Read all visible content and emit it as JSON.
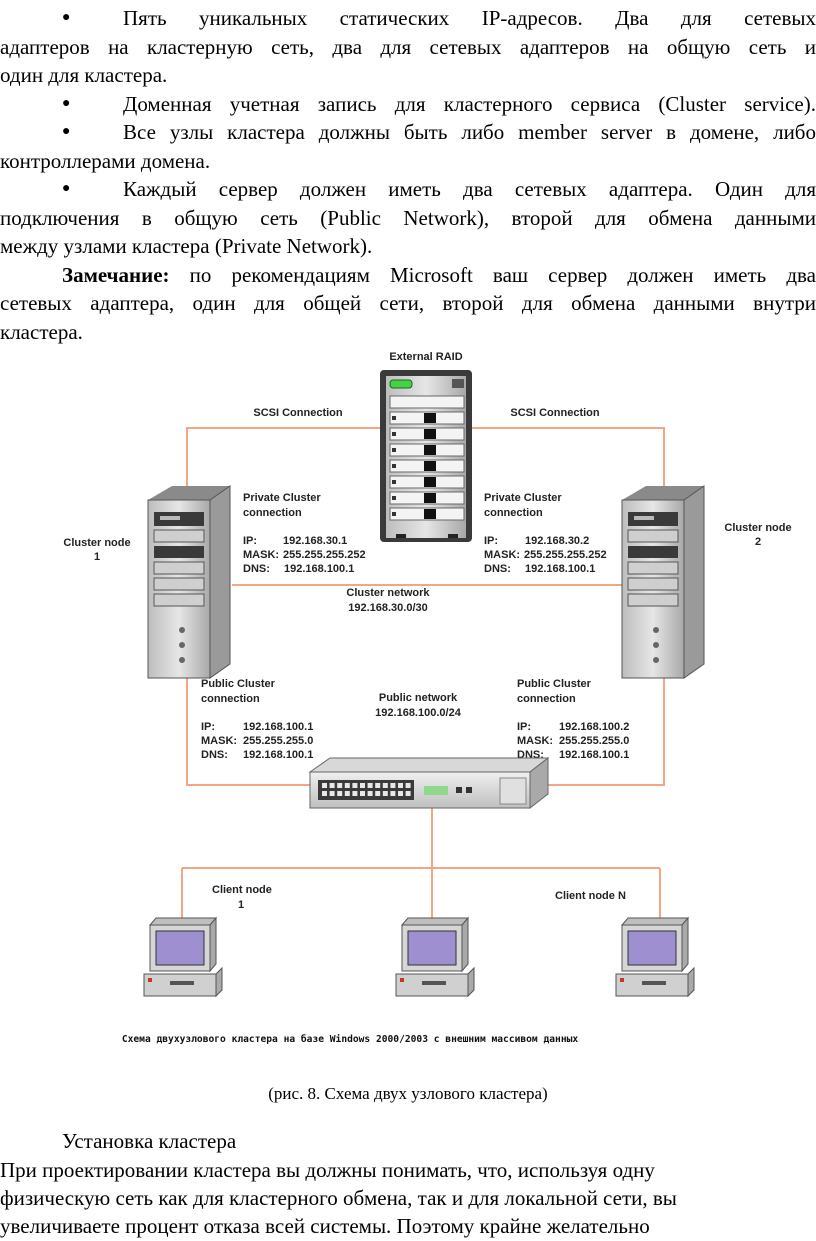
{
  "bullets": [
    {
      "lines": [
        "Пять уникальных статических IP-адресов. Два для сетевых",
        "адаптеров на кластерную сеть, два для сетевых адаптеров на общую сеть и",
        "один для кластера."
      ]
    },
    {
      "lines": [
        "Доменная учетная запись для кластерного сервиса (Cluster service)."
      ]
    },
    {
      "lines": [
        "Все узлы кластера должны быть либо member server в домене, либо",
        "контроллерами домена."
      ]
    },
    {
      "lines": [
        "Каждый сервер должен иметь два сетевых адаптера. Один для",
        "подключения в общую сеть (Public Network), второй для обмена данными",
        "между узлами кластера (Private Network)."
      ]
    }
  ],
  "remark": {
    "label": "Замечание:",
    "lines": [
      " по рекомендациям Microsoft ваш сервер должен иметь два",
      "сетевых адаптера, один для общей сети, второй для обмена данными внутри",
      "кластера."
    ]
  },
  "diagram": {
    "raid_label": "External RAID",
    "scsi_left": "SCSI Connection",
    "scsi_right": "SCSI Connection",
    "node1_line1": "Cluster node",
    "node1_line2": "1",
    "node2_line1": "Cluster node",
    "node2_line2": "2",
    "private_left": {
      "l1": "Private Cluster",
      "l2": "connection",
      "ip_k": "IP:",
      "ip_v": "192.168.30.1",
      "mask_k": "MASK:",
      "mask_v": "255.255.255.252",
      "dns_k": "DNS:",
      "dns_v": "192.168.100.1"
    },
    "private_right": {
      "l1": "Private Cluster",
      "l2": "connection",
      "ip_k": "IP:",
      "ip_v": "192.168.30.2",
      "mask_k": "MASK:",
      "mask_v": "255.255.255.252",
      "dns_k": "DNS:",
      "dns_v": "192.168.100.1"
    },
    "cluster_net_l1": "Cluster network",
    "cluster_net_l2": "192.168.30.0/30",
    "public_left": {
      "l1": "Public Cluster",
      "l2": "connection",
      "ip_k": "IP:",
      "ip_v": "192.168.100.1",
      "mask_k": "MASK:",
      "mask_v": "255.255.255.0",
      "dns_k": "DNS:",
      "dns_v": "192.168.100.1"
    },
    "public_right": {
      "l1": "Public Cluster",
      "l2": "connection",
      "ip_k": "IP:",
      "ip_v": "192.168.100.2",
      "mask_k": "MASK:",
      "mask_v": "255.255.255.0",
      "dns_k": "DNS:",
      "dns_v": "192.168.100.1"
    },
    "public_net_l1": "Public network",
    "public_net_l2": "192.168.100.0/24",
    "client1_l1": "Client node",
    "client1_l2": "1",
    "clientN": "Client node N",
    "subtitle": "Схема двухузлового кластера на базе Windows 2000/2003 с внешним массивом данных"
  },
  "caption": "(рис. 8. Схема двух узлового кластера)",
  "section_title": "Установка кластера",
  "body_lines": [
    "При проектировании кластера вы должны понимать, что, используя одну",
    "физическую сеть как для кластерного обмена, так и для локальной сети, вы",
    "увеличиваете процент отказа всей системы. Поэтому крайне желательно"
  ],
  "colors": {
    "link": "#f4a582",
    "server": "#d8d8d8",
    "screen": "#9d8fd0",
    "switch_led": "#8fd98f"
  }
}
